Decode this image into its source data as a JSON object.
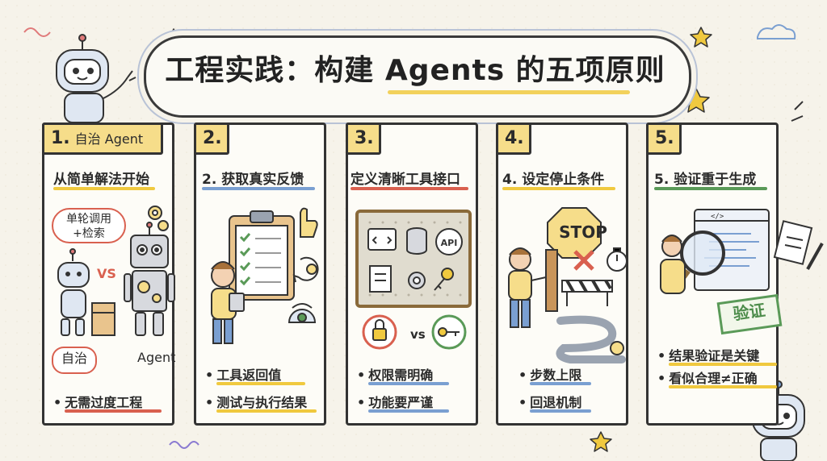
{
  "title": "工程实践：构建 Agents 的五项原则",
  "colors": {
    "tab": "#f6dd8a",
    "accent_red": "#d9604f",
    "accent_green": "#5a9a58",
    "accent_yellow": "#f0c93f",
    "accent_blue": "#7a9fd1"
  },
  "panels": [
    {
      "number": "1.",
      "tab_label": "自治 Agent",
      "heading": "从简单解法开始",
      "oval_label_line1": "单轮调用",
      "oval_label_line2": "+检索",
      "vs": "VS",
      "left_label": "自治",
      "right_label": "Agent",
      "bullets": [
        "无需过度工程"
      ],
      "icons": [
        "small-robot-icon",
        "box-icon",
        "big-robot-icon",
        "gears-icon"
      ]
    },
    {
      "number": "2.",
      "heading": "2. 获取真实反馈",
      "bullets": [
        "工具返回值",
        "测试与执行结果"
      ],
      "icons": [
        "clipboard-checklist-icon",
        "thumbs-up-icon",
        "person-icon",
        "cycle-arrows-icon",
        "sensor-icon"
      ]
    },
    {
      "number": "3.",
      "heading": "定义清晰工具接口",
      "board_label": "API",
      "vs": "vs",
      "bullets": [
        "权限需明确",
        "功能要严谨"
      ],
      "icons": [
        "pegboard-icon",
        "code-icon",
        "database-icon",
        "document-icon",
        "gear-icon",
        "key-icon",
        "lock-icon"
      ]
    },
    {
      "number": "4.",
      "heading": "4. 设定停止条件",
      "stop_label": "STOP",
      "bullets": [
        "步数上限",
        "回退机制"
      ],
      "icons": [
        "stop-sign-icon",
        "stopwatch-icon",
        "barrier-icon",
        "person-icon",
        "winding-road-icon"
      ]
    },
    {
      "number": "5.",
      "heading": "5. 验证重于生成",
      "stamp_label": "验证",
      "code_label": "</>",
      "bullets": [
        "结果验证是关键",
        "看似合理≠正确"
      ],
      "icons": [
        "magnifier-icon",
        "code-window-icon",
        "person-icon",
        "document-pen-icon"
      ]
    }
  ]
}
